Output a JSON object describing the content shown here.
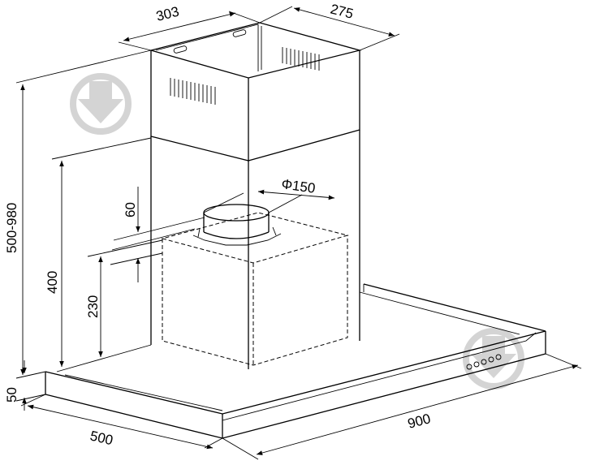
{
  "diagram": {
    "dimensions": {
      "duct_width": "303",
      "duct_depth": "275",
      "total_height": "500-980",
      "chimney_lower": "400",
      "outlet_offset": "60",
      "outlet_diameter": "Φ150",
      "motor_height": "230",
      "canopy_height": "50",
      "canopy_depth": "500",
      "canopy_width": "900"
    }
  }
}
